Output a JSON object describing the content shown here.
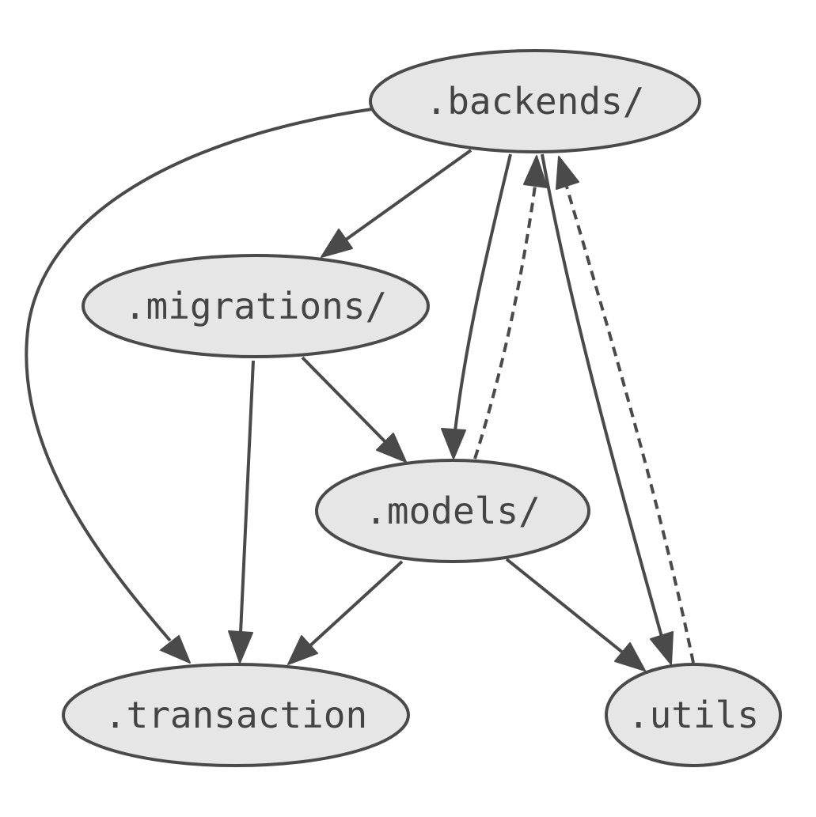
{
  "nodes": {
    "backends": {
      "label": ".backends/"
    },
    "migrations": {
      "label": ".migrations/"
    },
    "models": {
      "label": ".models/"
    },
    "transaction": {
      "label": ".transaction"
    },
    "utils": {
      "label": ".utils"
    }
  },
  "edges": [
    {
      "from": ".backends/",
      "to": ".transaction",
      "style": "solid"
    },
    {
      "from": ".backends/",
      "to": ".migrations/",
      "style": "solid"
    },
    {
      "from": ".backends/",
      "to": ".models/",
      "style": "solid"
    },
    {
      "from": ".backends/",
      "to": ".utils",
      "style": "solid"
    },
    {
      "from": ".models/",
      "to": ".backends/",
      "style": "dashed"
    },
    {
      "from": ".utils",
      "to": ".backends/",
      "style": "dashed"
    },
    {
      "from": ".migrations/",
      "to": ".models/",
      "style": "solid"
    },
    {
      "from": ".migrations/",
      "to": ".transaction",
      "style": "solid"
    },
    {
      "from": ".models/",
      "to": ".transaction",
      "style": "solid"
    },
    {
      "from": ".models/",
      "to": ".utils",
      "style": "solid"
    }
  ],
  "colors": {
    "node_fill": "#e6e6e6",
    "stroke": "#4a4a4a",
    "text": "#444444"
  }
}
